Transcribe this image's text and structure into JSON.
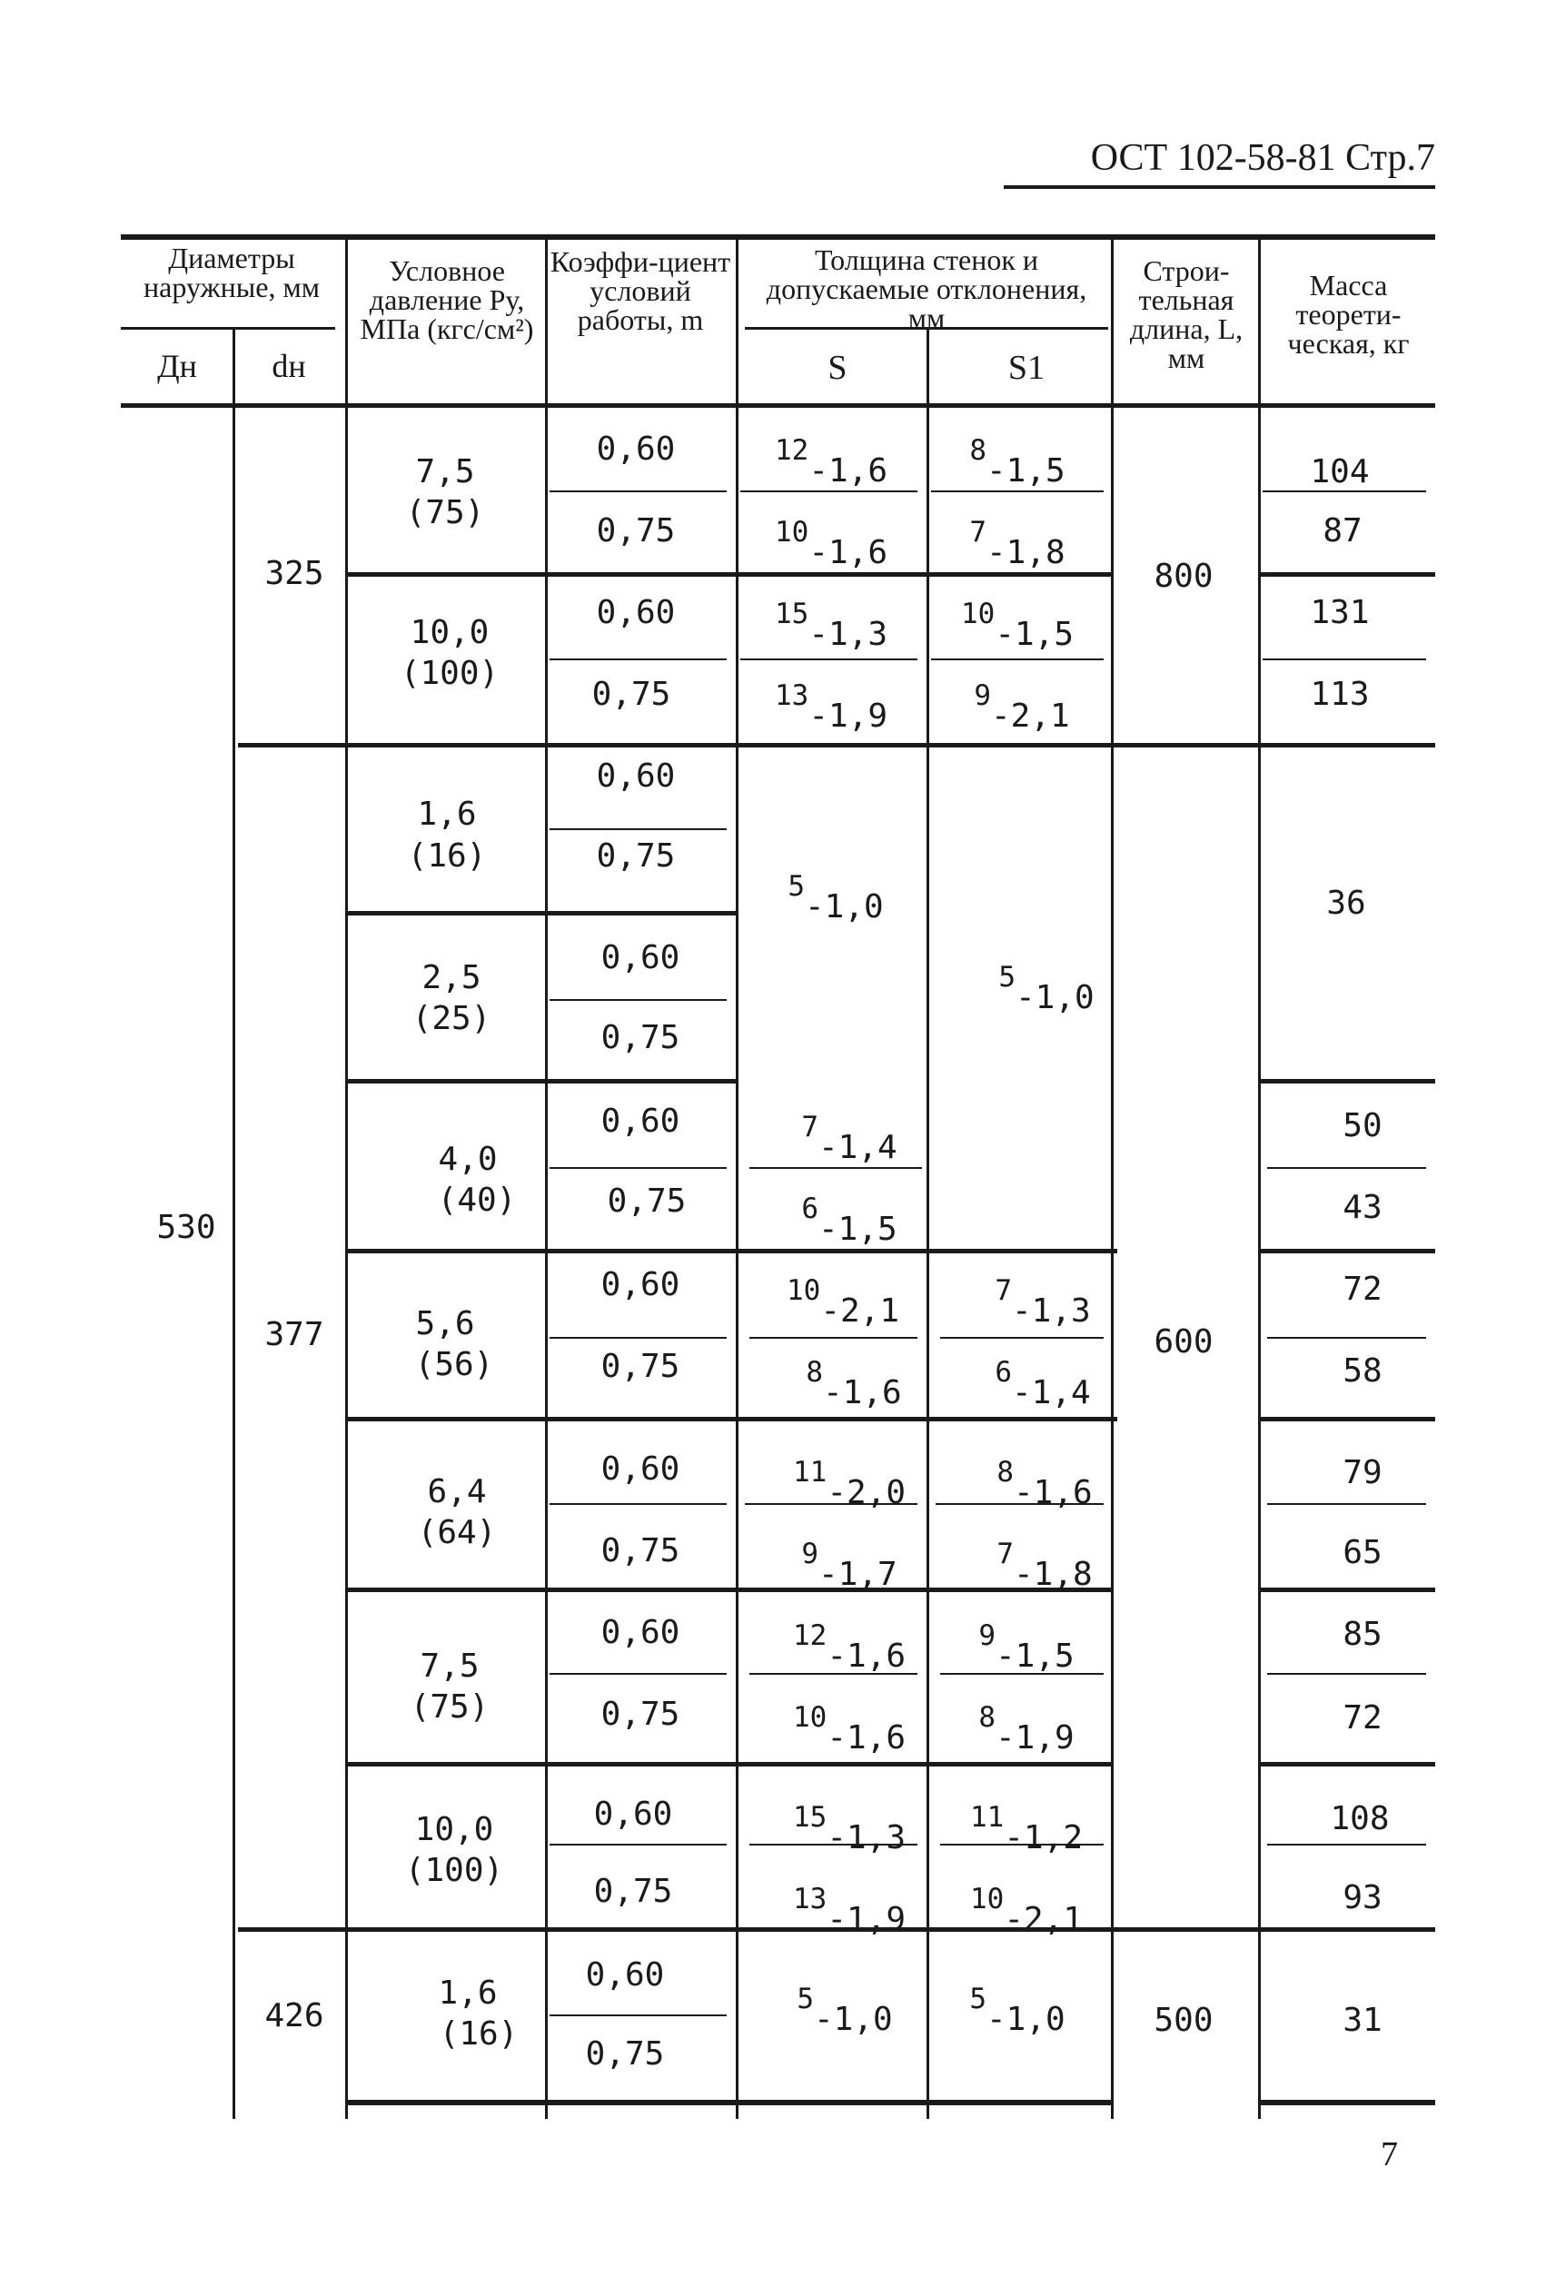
{
  "document": {
    "header": "ОСТ 102-58-81 Стр.7",
    "page_number": "7"
  },
  "table": {
    "headers": {
      "diameters": "Диаметры наружные, мм",
      "dn_outer": "Дн",
      "dn_inner": "dн",
      "pressure": "Условное давление Pу, МПа (кгс/см²)",
      "coefficient": "Коэффи-циент условий работы, m",
      "thickness": "Толщина стенок и допускаемые отклонения, мм",
      "s": "S",
      "s1": "S1",
      "length": "Строи-тельная длина, L, мм",
      "mass": "Масса теорети-ческая, кг"
    },
    "Dn": "530",
    "dn_values": [
      "325",
      "377",
      "426"
    ],
    "lengths": [
      "800",
      "600",
      "500"
    ],
    "rows": [
      {
        "dn": "325",
        "pressure": "7,5",
        "pressure_kgf": "(75)",
        "m": [
          "0,60",
          "0,75"
        ],
        "s": [
          {
            "v": "12",
            "d": "-1,6"
          },
          {
            "v": "10",
            "d": "-1,6"
          }
        ],
        "s1": [
          {
            "v": "8",
            "d": "-1,5"
          },
          {
            "v": "7",
            "d": "-1,8"
          }
        ],
        "mass": [
          "104",
          "87"
        ]
      },
      {
        "dn": "325",
        "pressure": "10,0",
        "pressure_kgf": "(100)",
        "m": [
          "0,60",
          "0,75"
        ],
        "s": [
          {
            "v": "15",
            "d": "-1,3"
          },
          {
            "v": "13",
            "d": "-1,9"
          }
        ],
        "s1": [
          {
            "v": "10",
            "d": "-1,5"
          },
          {
            "v": "9",
            "d": "-2,1"
          }
        ],
        "mass": [
          "131",
          "113"
        ]
      },
      {
        "dn": "377",
        "pressure": "1,6",
        "pressure_kgf": "(16)",
        "m": [
          "0,60",
          "0,75"
        ]
      },
      {
        "dn": "377",
        "pressure": "2,5",
        "pressure_kgf": "(25)",
        "m": [
          "0,60",
          "0,75"
        ]
      },
      {
        "dn": "377",
        "pressure": "4,0",
        "pressure_kgf": "(40)",
        "m": [
          "0,60",
          "0,75"
        ],
        "s": [
          {
            "v": "7",
            "d": "-1,4"
          },
          {
            "v": "6",
            "d": "-1,5"
          }
        ],
        "mass": [
          "50",
          "43"
        ]
      },
      {
        "dn": "377",
        "pressure": "5,6",
        "pressure_kgf": "(56)",
        "m": [
          "0,60",
          "0,75"
        ],
        "s": [
          {
            "v": "10",
            "d": "-2,1"
          },
          {
            "v": "8",
            "d": "-1,6"
          }
        ],
        "s1": [
          {
            "v": "7",
            "d": "-1,3"
          },
          {
            "v": "6",
            "d": "-1,4"
          }
        ],
        "mass": [
          "72",
          "58"
        ]
      },
      {
        "dn": "377",
        "pressure": "6,4",
        "pressure_kgf": "(64)",
        "m": [
          "0,60",
          "0,75"
        ],
        "s": [
          {
            "v": "11",
            "d": "-2,0"
          },
          {
            "v": "9",
            "d": "-1,7"
          }
        ],
        "s1": [
          {
            "v": "8",
            "d": "-1,6"
          },
          {
            "v": "7",
            "d": "-1,8"
          }
        ],
        "mass": [
          "79",
          "65"
        ]
      },
      {
        "dn": "377",
        "pressure": "7,5",
        "pressure_kgf": "(75)",
        "m": [
          "0,60",
          "0,75"
        ],
        "s": [
          {
            "v": "12",
            "d": "-1,6"
          },
          {
            "v": "10",
            "d": "-1,6"
          }
        ],
        "s1": [
          {
            "v": "9",
            "d": "-1,5"
          },
          {
            "v": "8",
            "d": "-1,9"
          }
        ],
        "mass": [
          "85",
          "72"
        ]
      },
      {
        "dn": "377",
        "pressure": "10,0",
        "pressure_kgf": "(100)",
        "m": [
          "0,60",
          "0,75"
        ],
        "s": [
          {
            "v": "15",
            "d": "-1,3"
          },
          {
            "v": "13",
            "d": "-1,9"
          }
        ],
        "s1": [
          {
            "v": "11",
            "d": "-1,2"
          },
          {
            "v": "10",
            "d": "-2,1"
          }
        ],
        "mass": [
          "108",
          "93"
        ]
      },
      {
        "dn": "426",
        "pressure": "1,6",
        "pressure_kgf": "(16)",
        "m": [
          "0,60",
          "0,75"
        ],
        "s": [
          {
            "v": "5",
            "d": "-1,0"
          }
        ],
        "s1": [
          {
            "v": "5",
            "d": "-1,0"
          }
        ],
        "mass": [
          "31"
        ]
      }
    ],
    "merged": {
      "s_16_25": {
        "v": "5",
        "d": "-1,0"
      },
      "s1_16_40": {
        "v": "5",
        "d": "-1,0"
      },
      "mass_16_25": "36"
    }
  }
}
